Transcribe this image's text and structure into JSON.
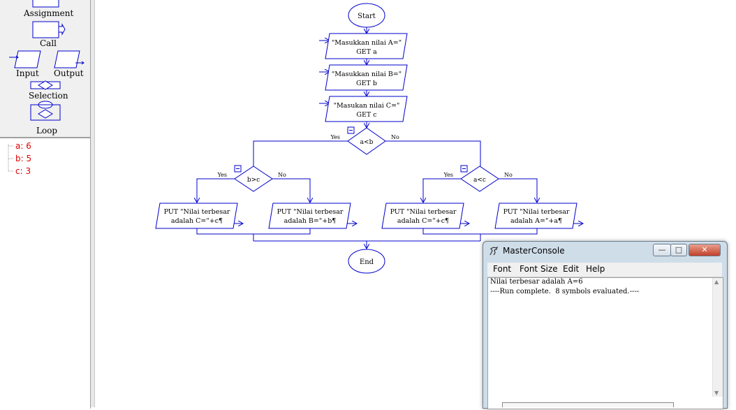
{
  "palette": {
    "assignment": "Assignment",
    "call": "Call",
    "input": "Input",
    "output": "Output",
    "selection": "Selection",
    "loop": "Loop"
  },
  "variables": [
    "a: 6",
    "b: 5",
    "c: 3"
  ],
  "flowchart": {
    "start": "Start",
    "end": "End",
    "input_a_1": "\"Masukkan nilai A=\"",
    "input_a_2": "GET a",
    "input_b_1": "\"Masukkan nilai B=\"",
    "input_b_2": "GET b",
    "input_c_1": "\"Masukan nilai C=\"",
    "input_c_2": "GET c",
    "cond_main": "a<b",
    "cond_left": "b>c",
    "cond_right": "a<c",
    "yes": "Yes",
    "no": "No",
    "out1_1": "PUT \"Nilai terbesar",
    "out1_2": "adalah C=\"+c¶",
    "out2_1": "PUT \"Nilai terbesar",
    "out2_2": "adalah B=\"+b¶",
    "out3_1": "PUT \"Nilai terbesar",
    "out3_2": "adalah C=\"+c¶",
    "out4_1": "PUT \"Nilai terbesar",
    "out4_2": "adalah A=\"+a¶"
  },
  "console": {
    "title": "MasterConsole",
    "menu": [
      "Font",
      "Font Size",
      "Edit",
      "Help"
    ],
    "lines": [
      "Nilai terbesar adalah A=6",
      "----Run complete.  8 symbols evaluated.----"
    ]
  },
  "colors": {
    "flow_stroke": "#0000cc",
    "variable_text": "#e00000"
  }
}
